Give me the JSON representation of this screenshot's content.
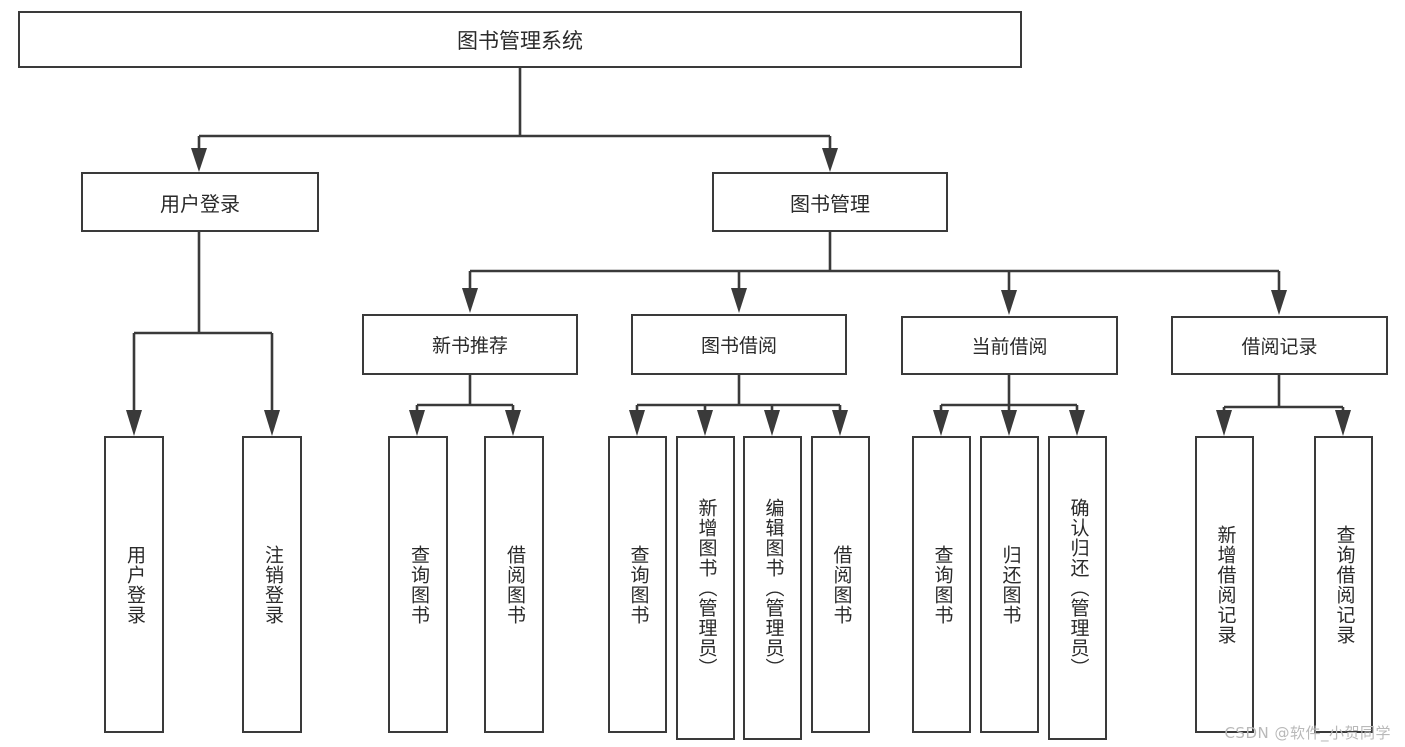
{
  "diagram": {
    "title": "图书管理系统",
    "type": "tree",
    "watermark": "CSDN @软件_小贺同学",
    "colors": {
      "box_border": "#3a3a3a",
      "box_fill": "#ffffff",
      "connector": "#3a3a3a",
      "text": "#2a2a2a",
      "watermark": "#b9b9b9",
      "background": "#ffffff"
    },
    "root": {
      "label": "图书管理系统"
    },
    "level2": [
      {
        "label": "用户登录"
      },
      {
        "label": "图书管理"
      }
    ],
    "level3": [
      {
        "label": "新书推荐"
      },
      {
        "label": "图书借阅"
      },
      {
        "label": "当前借阅"
      },
      {
        "label": "借阅记录"
      }
    ],
    "leaves": {
      "user_login": [
        {
          "label": "用户登录"
        },
        {
          "label": "注销登录"
        }
      ],
      "new_book_recommend": [
        {
          "label": "查询图书"
        },
        {
          "label": "借阅图书"
        }
      ],
      "book_borrow": [
        {
          "label": "查询图书"
        },
        {
          "label": "新增图书（管理员）"
        },
        {
          "label": "编辑图书（管理员）"
        },
        {
          "label": "借阅图书"
        }
      ],
      "current_borrow": [
        {
          "label": "查询图书"
        },
        {
          "label": "归还图书"
        },
        {
          "label": "确认归还（管理员）"
        }
      ],
      "borrow_record": [
        {
          "label": "新增借阅记录"
        },
        {
          "label": "查询借阅记录"
        }
      ]
    }
  }
}
